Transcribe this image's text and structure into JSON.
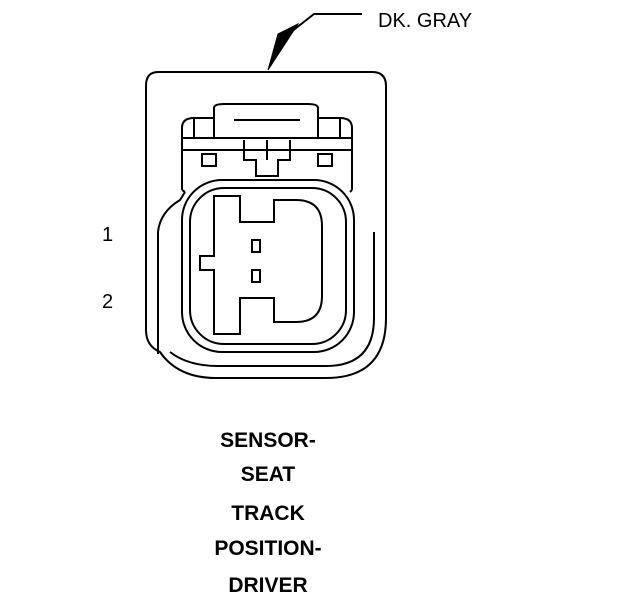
{
  "callout": {
    "color_label": "DK. GRAY"
  },
  "pins": [
    {
      "number": "1"
    },
    {
      "number": "2"
    }
  ],
  "connector_name": {
    "lines": [
      "SENSOR-",
      "SEAT",
      "TRACK",
      "POSITION-",
      "DRIVER"
    ]
  },
  "colors": {
    "ink": "#000000",
    "background": "#ffffff"
  }
}
